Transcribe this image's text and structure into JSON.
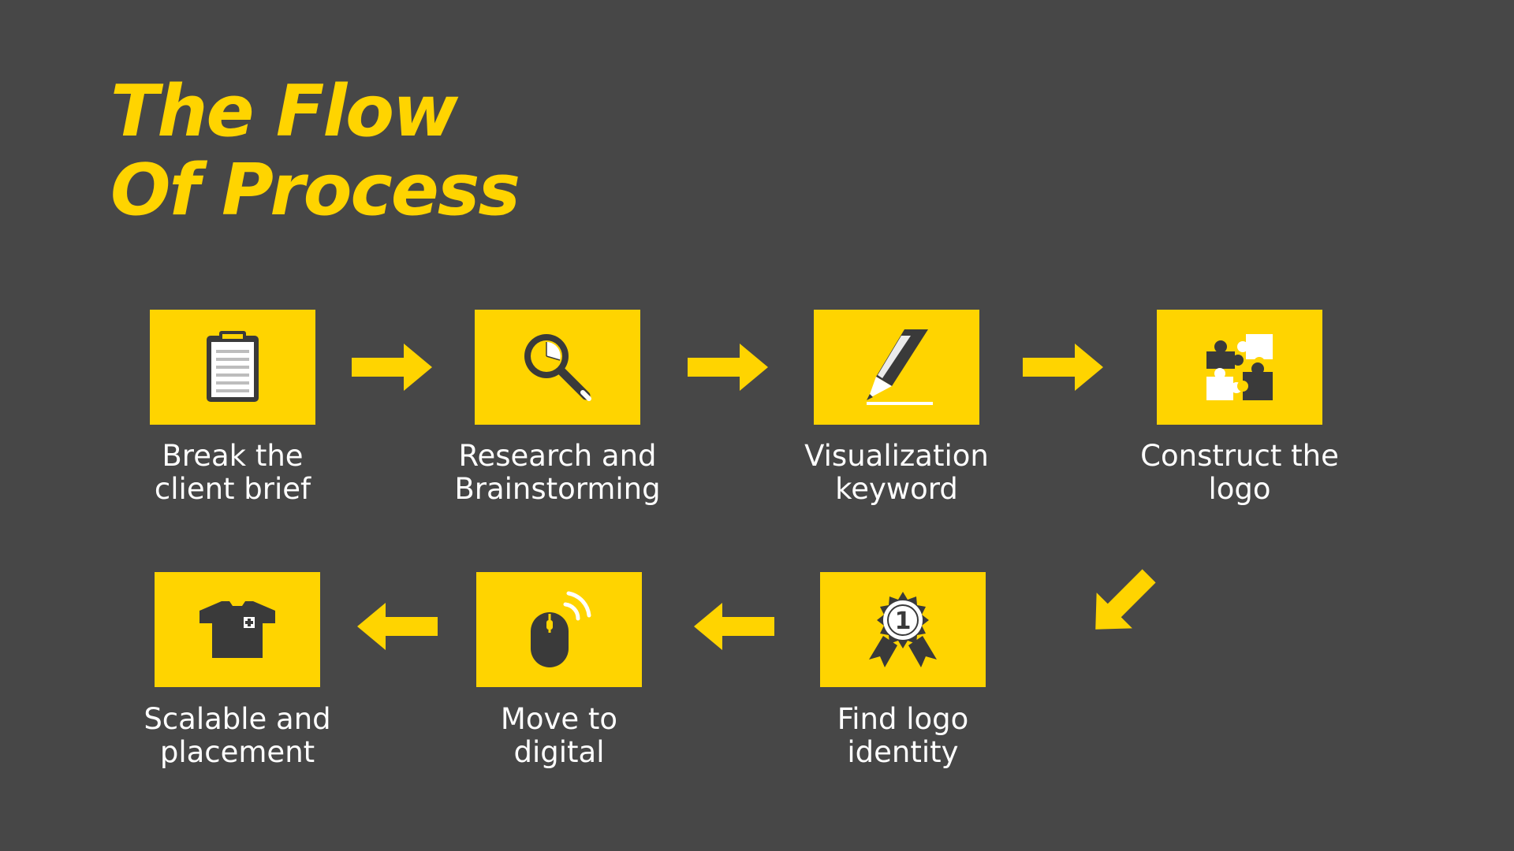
{
  "title": {
    "line1": "The Flow",
    "line2": "Of Process"
  },
  "colors": {
    "background": "#474747",
    "accent": "#FFD400",
    "icon_dark": "#3A3A3A",
    "text": "#FFFFFF"
  },
  "steps": [
    {
      "line1": "Break the",
      "line2": "client brief",
      "icon": "clipboard-icon"
    },
    {
      "line1": "Research and",
      "line2": "Brainstorming",
      "icon": "magnifier-chart-icon"
    },
    {
      "line1": "Visualization",
      "line2": "keyword",
      "icon": "pen-icon"
    },
    {
      "line1": "Construct the",
      "line2": "logo",
      "icon": "puzzle-icon"
    },
    {
      "line1": "Find logo",
      "line2": "identity",
      "icon": "award-badge-icon"
    },
    {
      "line1": "Move to",
      "line2": "digital",
      "icon": "wireless-mouse-icon"
    },
    {
      "line1": "Scalable and",
      "line2": "placement",
      "icon": "tshirt-icon"
    }
  ]
}
